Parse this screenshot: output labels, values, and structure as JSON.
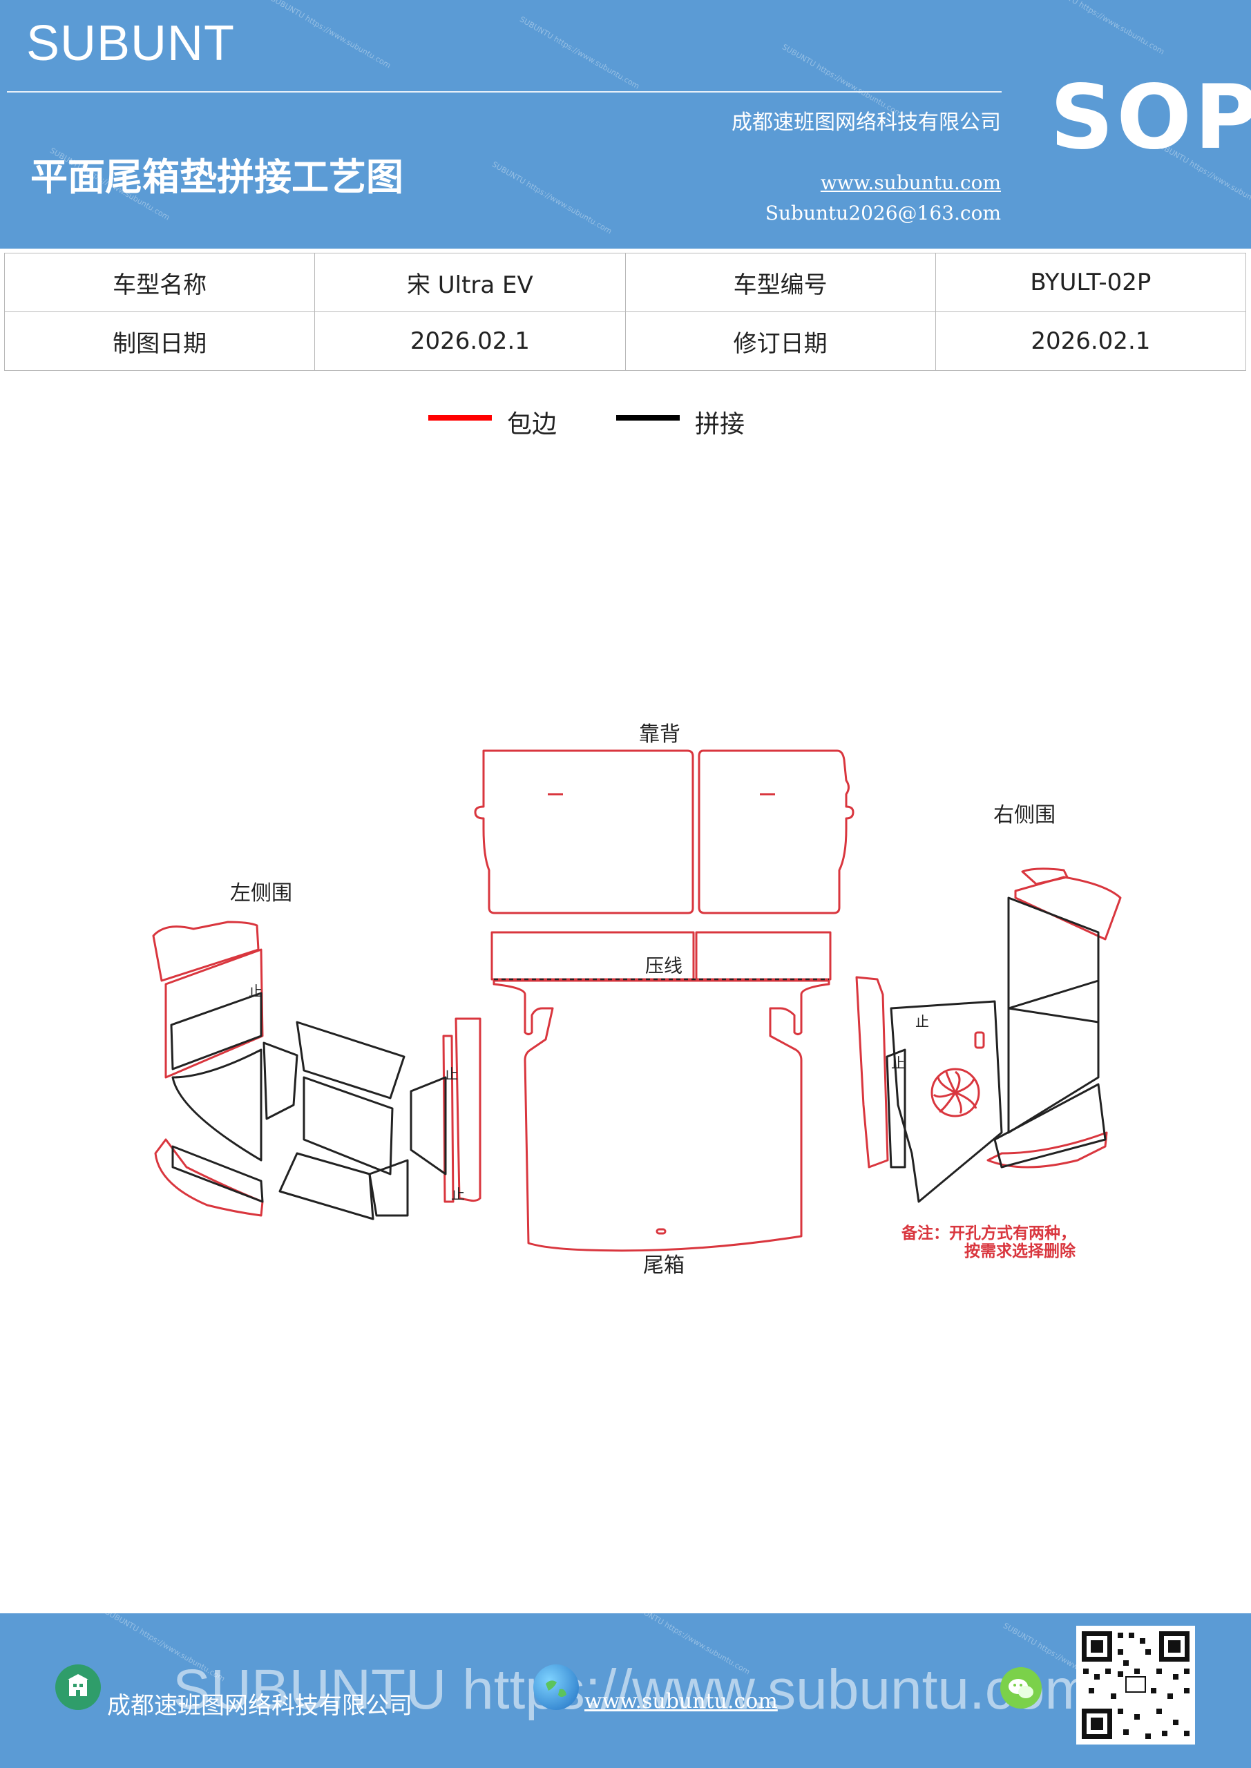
{
  "header": {
    "brand": "SUBUNT",
    "title": "平面尾箱垫拼接工艺图",
    "company": "成都速班图网络科技有限公司",
    "website": "www.subuntu.com",
    "email": "Subuntu2026@163.com",
    "badge": "SOP",
    "bg_color": "#5b9bd5"
  },
  "info_table": {
    "rows": [
      [
        "车型名称",
        "宋 Ultra  EV",
        "车型编号",
        "BYULT-02P"
      ],
      [
        "制图日期",
        "2026.02.1",
        "修订日期",
        "2026.02.1"
      ]
    ]
  },
  "legend": [
    {
      "label": "包边",
      "color": "#ff0000"
    },
    {
      "label": "拼接",
      "color": "#000000"
    }
  ],
  "diagram": {
    "labels": {
      "backrest": "靠背",
      "right_side": "右侧围",
      "left_side": "左侧围",
      "press_line": "压线",
      "trunk": "尾箱",
      "stop": "止"
    },
    "note_line1": "备注：开孔方式有两种，",
    "note_line2": "按需求选择删除",
    "edge_color": "#d9363e",
    "seam_color": "#222222"
  },
  "footer": {
    "company": "成都速班图网络科技有限公司",
    "url": "www.subuntu.com",
    "watermark": "SUBUNTU https://www.subuntu.com",
    "qr_label": "QR code"
  }
}
